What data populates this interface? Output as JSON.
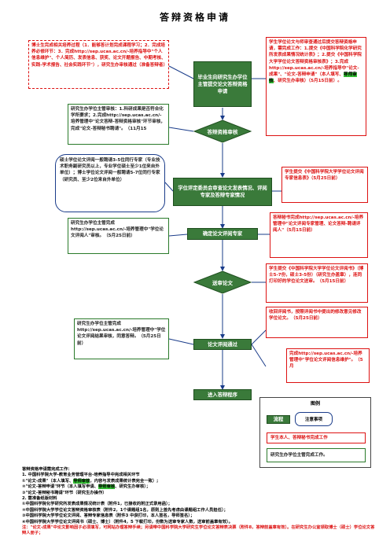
{
  "title": "答辩资格申请",
  "flow": {
    "step1": "毕业生向研究生办学位主管提交论文答辩资格申请",
    "review": "答辩资格审核",
    "step2": "学位评定委员会审查论文发表情况、评阅专家及答辩专家情况",
    "step3": "确定论文评阅专家",
    "send": "送审论文",
    "pass": "论文评阅通过",
    "step4": "进入答辩程序"
  },
  "boxes": {
    "top_left": "博士生完成相关培养过程（1．能够答计划完成课程学习；2．完成培养必修环节：3．完成http://sep.ucas.ac.cn/-培养指导中\"个人信息维护\"、个人简历、发表信息、获奖、论文开题报告、中期考核、实践-学术报告、社会实践环节\"），研究生办审核通过（准备答辩者）",
    "right1_a": "学生学位论文与师审查通过后提交答辩资格申请，需完成工作：1.提交《中国科学院化学研究所发表成果情况统计表》；2.提交《中国科学院大学学位论文答辩资格审核表》；3.完成http://sep.ucas.ac.cn/-培养指导中\"论文-成果\"、\"论文-答辩申请\"（本人填写、",
    "right1_hl": "导师审核",
    "right1_b": "、研究生办审核）（5月15日前）。",
    "left2": "研究生办学位主管审核：1.科研成果是否符合化学所要求；2.完成http://sep.ucas.ac.cn/-培养管理中\"论文答辩-答辩资格审核\"环节审核，完成\"论文-答辩秘书聘请\"。（11月15",
    "left3": "硕士学位论文评阅一般聘请3-5位同行专家（专业技术职务副研究员以上，专业学位硕士至少1位来自外单位）；博士学位论文评阅一般聘请5-7位同行专家（研究员、至少2位来自外单位）",
    "right3": "学生提交《中国科学院大学学位论文评阅专家信息表》（5月25日前）",
    "left4": "研究生办学位主管完成http://sep.ucas.ac.cn/-培养管理中\"学位论文评阅人\"审核。（5月25日前）",
    "right4": "答辩秘书完成http://sep.ucas.ac.cn/-培养管理中\"论文评阅专家管理、论文答辩-聘请评阅人\"（5月15日前）",
    "right5": "学生提交《中国科学院大学学位论文评阅书》（博士5-7份，硕士3-5份）（研究生办盖章），连同打印好的学位论文送审。（5月15日前）",
    "left6": "研究生办学位主管完成http://sep.ucas.ac.cn/-培养管理中\"学位论文评阅结果审核，同意答辩。（5月25日前）",
    "right6": "收回评阅书，按照评阅书中提出的修改意见修改学位论文。（5月25日前）",
    "right7": "完成http://sep.ucas.ac.cn/-培养管理中\"学位论文评阅信息维护\"。（5月"
  },
  "legend": {
    "title": "图例",
    "flow": "流程",
    "notes": "注意事项",
    "student": "学生本人、答辩秘书完成工作",
    "office": "研究生办学位主管完成工作。"
  },
  "notes": {
    "l1": "答辩资格申请需完成工作：",
    "l2": "1. 中国科学院大学-教育业务管理平台-培养指导中完成相关环节",
    "l3a": "①\"论文-成果\"（本人填写、",
    "l3hl": "导师审核",
    "l3b": "，内容与发表成果统计表完全一致）;",
    "l4a": "②\"论文-答辩申请\"环节（本人填写申请、",
    "l4hl": "导师审核",
    "l4b": "、研究生办审核）；",
    "l5": "③\"论文-答辩秘书聘请\"环节（研究生办操作）",
    "l6": "2. 需准备纸版材料",
    "l7": "①中国科学院化学研究所发表成果情况统计表（附件1，已接收的附正式录用函）；",
    "l8": "②中国科学院大学学位论文答辩资格审核表（附件2，1个课题组1名，原则上首先考虑由课题组工作人员担任）；",
    "l9": "③中国科学院大学学位论文评阅、答辩专家信息表（附件3 中获打印，本人签名，导师签名）；",
    "l10": "④中国科学院大学学位论文评阅书（硕士、博士）（附件4，5 下载打印，份数为送审专家人数，送审前盖章有效）。",
    "l11": "注：\"论文-成果\"中论文影响因子必须填写，可网站办理答辩手续；另请带中国科学院大学研究生学位论文答辩表决票（附件8，答辩前盖章有效）。在研究生办公室领取博士（硕士）学位论文答辩人册子；"
  }
}
